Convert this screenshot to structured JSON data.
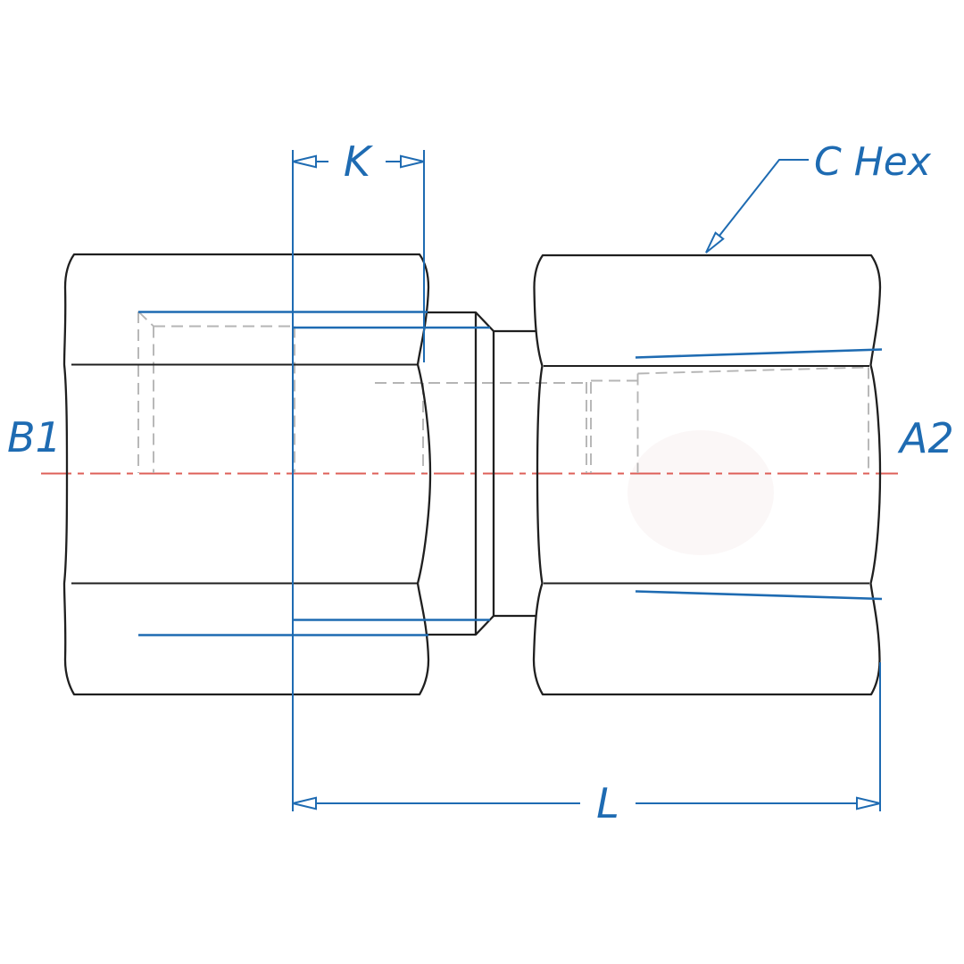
{
  "drawing": {
    "title": "hex union fitting side view",
    "labels": {
      "k_dim": "K",
      "l_dim": "L",
      "c_hex": "C Hex",
      "left_port": "B1",
      "right_port": "A2"
    },
    "colors": {
      "line_blue": "#1e6bb2",
      "outline_black": "#1f1f1f",
      "hidden_gray": "#b5b5b5",
      "centerline_red": "#de5f58",
      "background": "#ffffff"
    }
  }
}
